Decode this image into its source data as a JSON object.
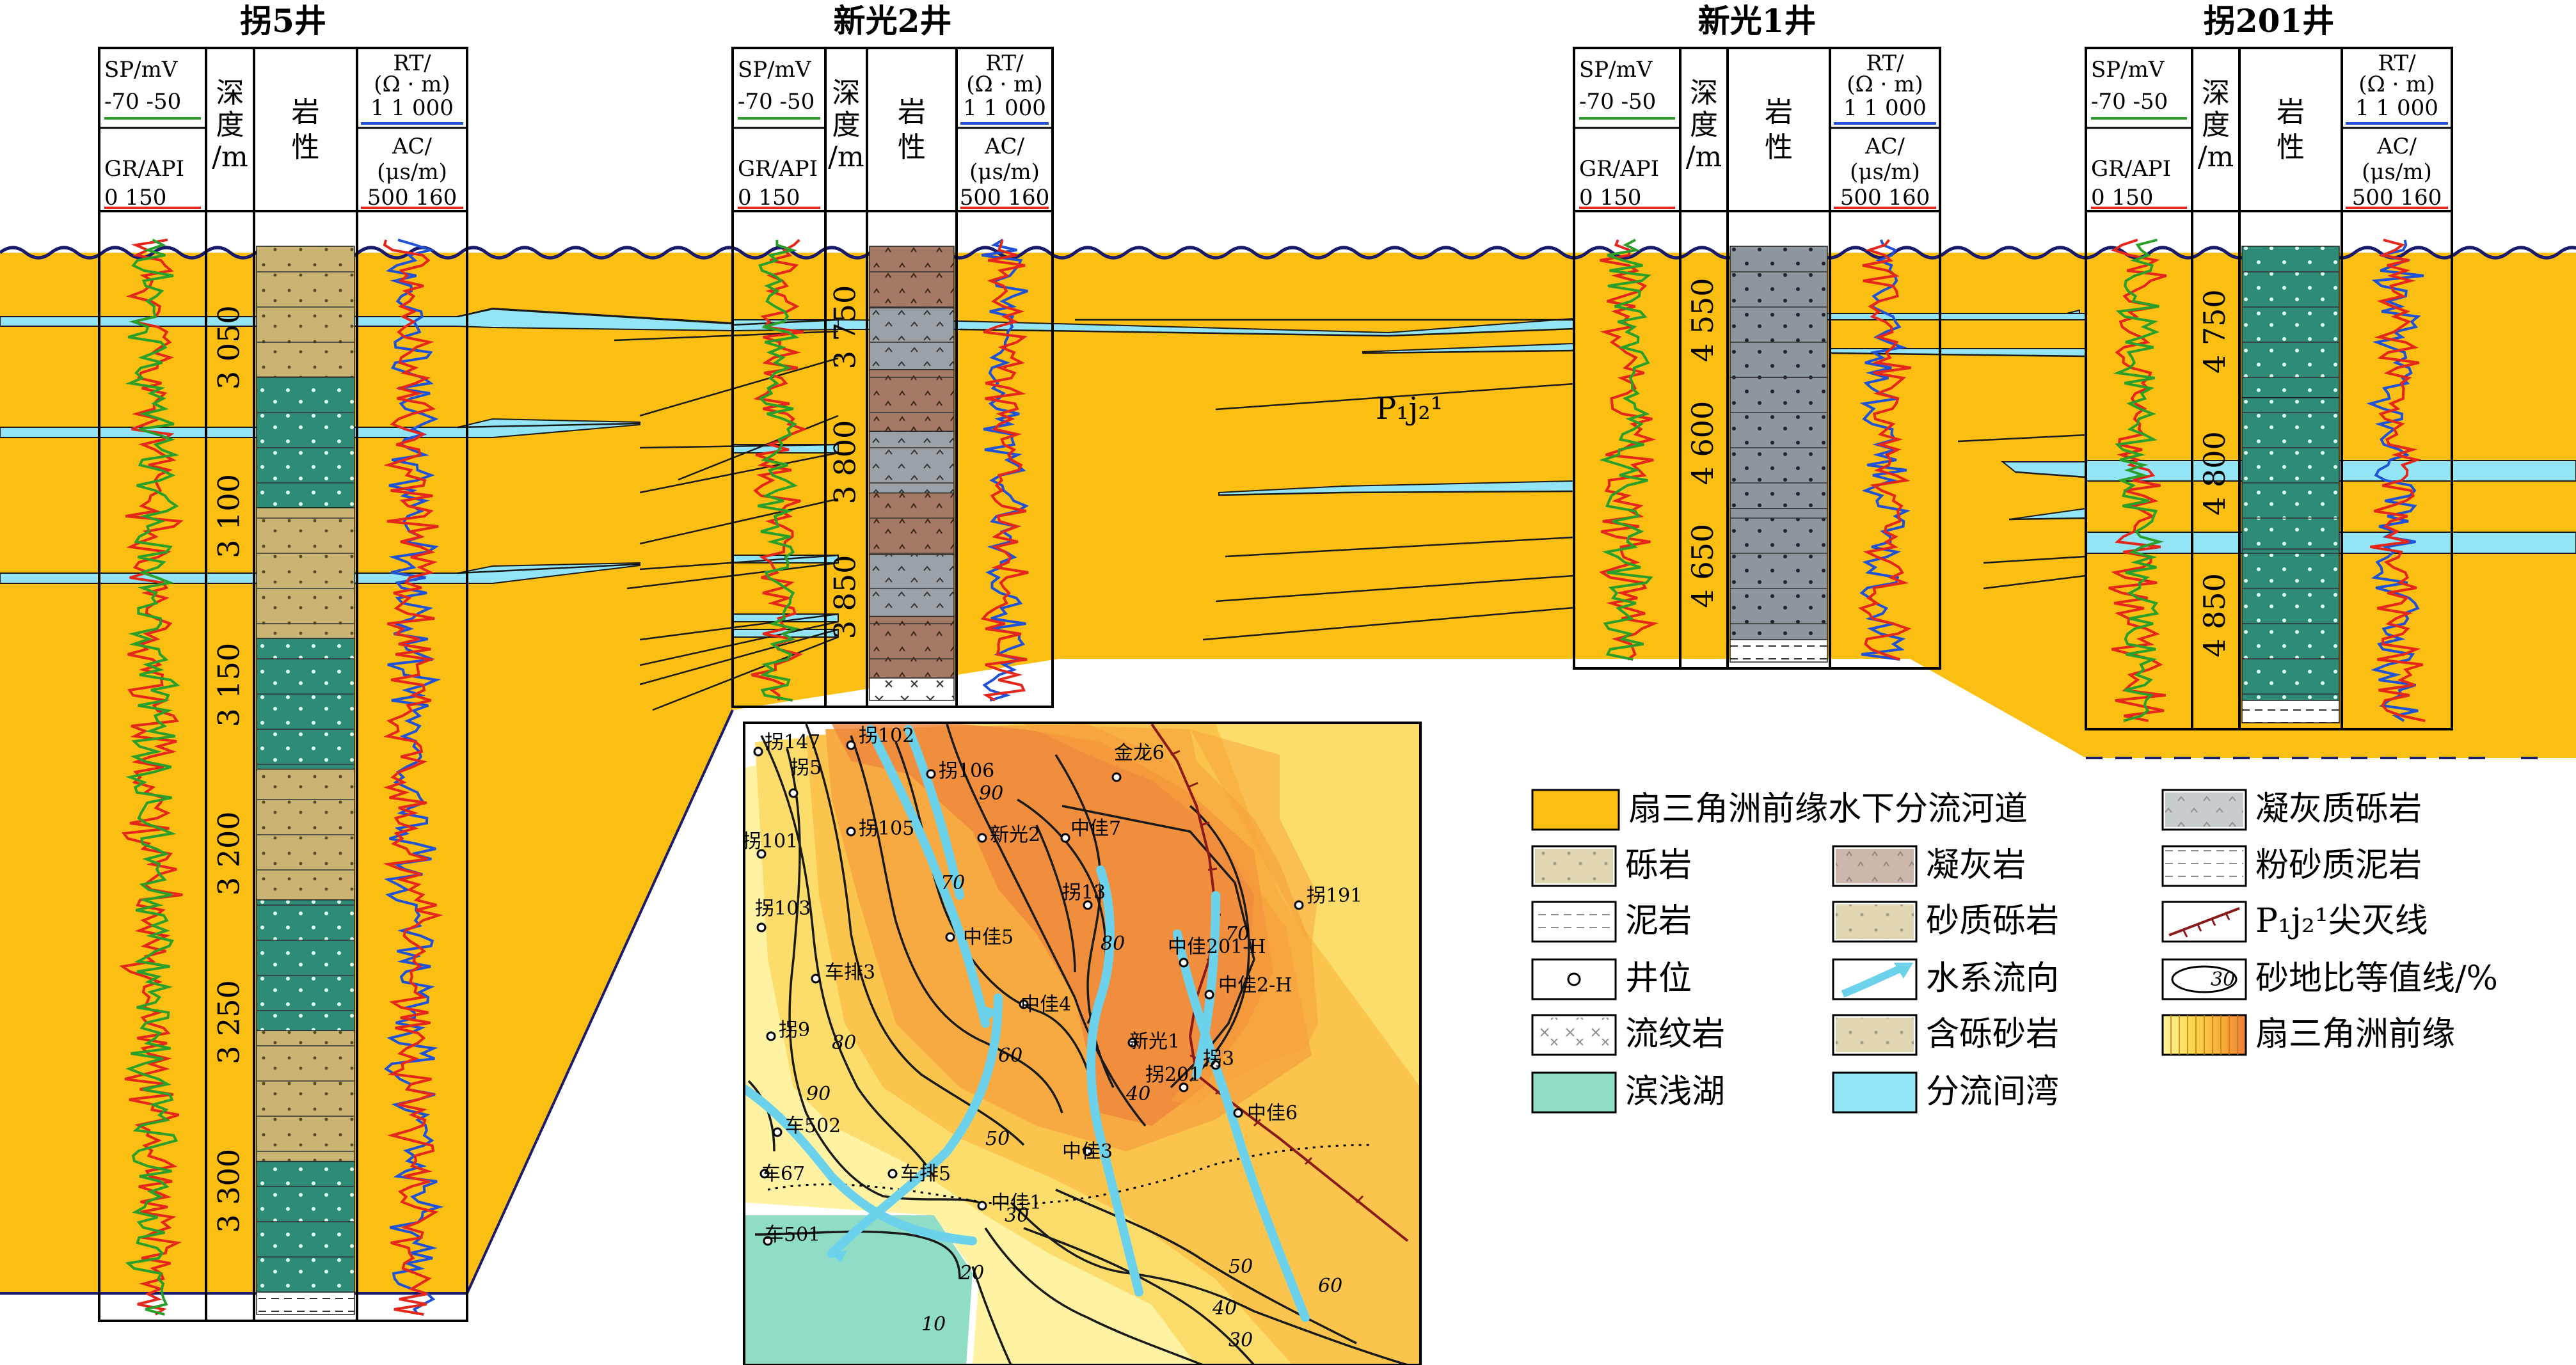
{
  "wells": [
    {
      "name": "拐5井",
      "depth_ticks": [
        "3 050",
        "3 100",
        "3 150",
        "3 200",
        "3 250",
        "3 300"
      ]
    },
    {
      "name": "新光2井",
      "depth_ticks": [
        "3 750",
        "3 800",
        "3 850"
      ]
    },
    {
      "name": "新光1井",
      "depth_ticks": [
        "4 550",
        "4 600",
        "4 650"
      ]
    },
    {
      "name": "拐201井",
      "depth_ticks": [
        "4 750",
        "4 800",
        "4 850"
      ]
    }
  ],
  "header": {
    "sp_label": "SP/mV",
    "sp_scale": "-70   -50",
    "gr_label": "GR/API",
    "gr_scale": "0    150",
    "depth_label_1": "深",
    "depth_label_2": "度",
    "depth_label_3": "/m",
    "lith_label_1": "岩",
    "lith_label_2": "性",
    "rt_label": "RT/",
    "rt_unit": "(Ω · m)",
    "rt_scale": "1   1 000",
    "ac_label": "AC/",
    "ac_unit": "(μs/m)",
    "ac_scale": "500  160"
  },
  "unit_label": "P₁j₂¹",
  "map": {
    "wells": [
      "拐147",
      "拐102",
      "拐106",
      "金龙6",
      "拐5",
      "拐105",
      "新光2",
      "中佳7",
      "拐101",
      "拐13",
      "拐191",
      "拐103",
      "中佳5",
      "中佳201-H",
      "车排3",
      "中佳2-H",
      "中佳4",
      "新光1",
      "拐9",
      "拐201",
      "拐3",
      "中佳6",
      "车502",
      "中佳3",
      "车67",
      "车排5",
      "中佳1",
      "车501"
    ],
    "isolines": [
      "90",
      "80",
      "70",
      "60",
      "50",
      "40",
      "30",
      "20",
      "10",
      "60",
      "50",
      "40",
      "30",
      "90",
      "80",
      "70"
    ]
  },
  "legend": [
    {
      "label": "扇三角洲前缘水下分流河道",
      "swatch": "fan-channel"
    },
    {
      "label": "凝灰质砾岩",
      "swatch": "tuff-conglomerate"
    },
    {
      "label": "砾岩",
      "swatch": "conglomerate"
    },
    {
      "label": "凝灰岩",
      "swatch": "tuff"
    },
    {
      "label": "粉砂质泥岩",
      "swatch": "silty-mudstone"
    },
    {
      "label": "泥岩",
      "swatch": "mudstone"
    },
    {
      "label": "砂质砾岩",
      "swatch": "sandy-conglomerate"
    },
    {
      "label": "P₁j₂¹尖灭线",
      "swatch": "pinchout-line"
    },
    {
      "label": "井位",
      "swatch": "well-symbol"
    },
    {
      "label": "水系流向",
      "swatch": "flow-direction"
    },
    {
      "label": "砂地比等值线/%",
      "swatch": "isoline"
    },
    {
      "label": "流纹岩",
      "swatch": "rhyolite"
    },
    {
      "label": "含砾砂岩",
      "swatch": "pebbly-sandstone"
    },
    {
      "label": "扇三角洲前缘",
      "swatch": "fan-front"
    },
    {
      "label": "滨浅湖",
      "swatch": "shore-lake"
    },
    {
      "label": "分流间湾",
      "swatch": "interdistributary-bay"
    }
  ],
  "colors": {
    "fan_channel": "#FBBE12",
    "interdistributary_bay": "#93E4F4",
    "shore_lake": "#8FDCC7",
    "teal_lith": "#2E8B76",
    "tan_lith": "#C9B473",
    "brown_lith": "#A47A66",
    "gray_lith": "#9AA2A8",
    "sp_curve": "#2A9F2A",
    "gr_curve": "#E5261B",
    "rt_curve": "#1F52D6",
    "ac_curve": "#E5261B",
    "pinchout": "#8B1A1A"
  }
}
